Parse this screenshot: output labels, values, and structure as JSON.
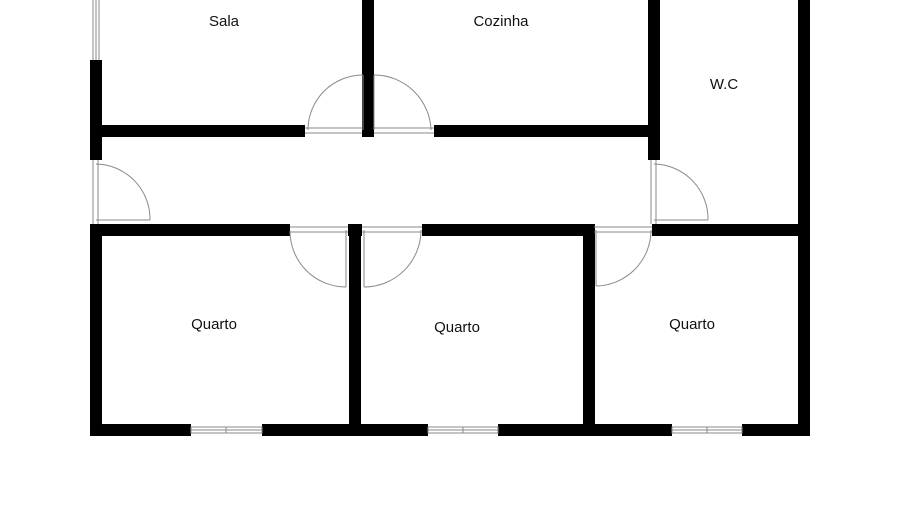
{
  "floor_plan": {
    "rooms": {
      "sala": "Sala",
      "cozinha": "Cozinha",
      "wc": "W.C",
      "quarto_left": "Quarto",
      "quarto_center": "Quarto",
      "quarto_right": "Quarto"
    },
    "colors": {
      "wall": "#000000",
      "background": "#ffffff",
      "fixture_line": "#8a8a8a"
    }
  }
}
